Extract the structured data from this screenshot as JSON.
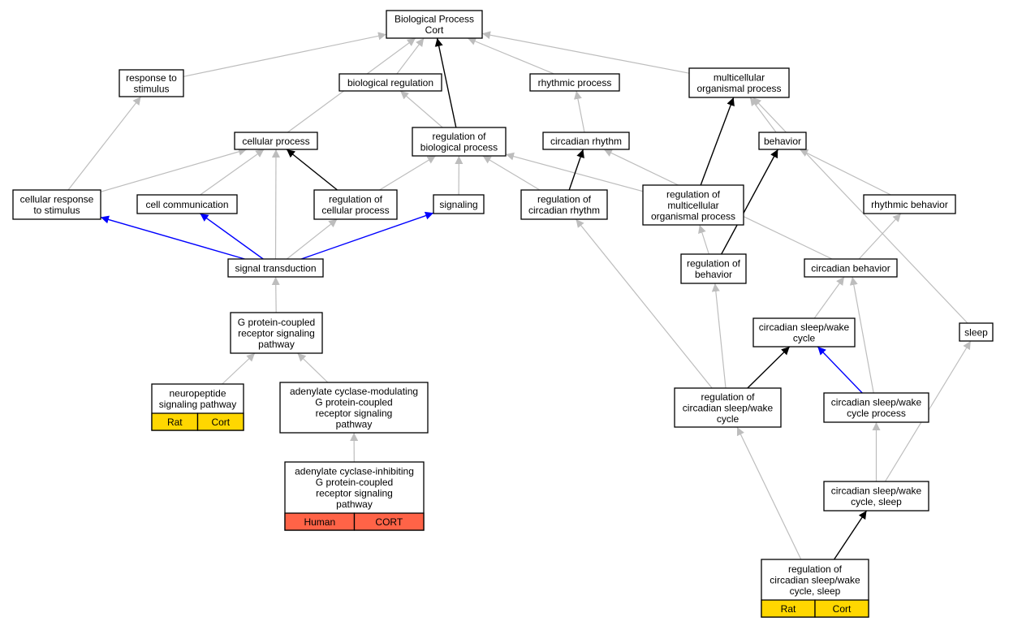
{
  "colors": {
    "edge_gray": "#bdbdbd",
    "edge_black": "#000000",
    "edge_blue": "#0000ff",
    "tag_yellow": "#ffd700",
    "tag_red": "#ff6347"
  },
  "nodes": {
    "bp": {
      "lines": [
        "Biological Process",
        "Cort"
      ]
    },
    "rts": {
      "lines": [
        "response to",
        "stimulus"
      ]
    },
    "breg": {
      "lines": [
        "biological regulation"
      ]
    },
    "rhyp": {
      "lines": [
        "rhythmic process"
      ]
    },
    "mop": {
      "lines": [
        "multicellular",
        "organismal process"
      ]
    },
    "cellp": {
      "lines": [
        "cellular process"
      ]
    },
    "rbp": {
      "lines": [
        "regulation of",
        "biological process"
      ]
    },
    "cr": {
      "lines": [
        "circadian rhythm"
      ]
    },
    "beh": {
      "lines": [
        "behavior"
      ]
    },
    "crts": {
      "lines": [
        "cellular response",
        "to stimulus"
      ]
    },
    "cc": {
      "lines": [
        "cell communication"
      ]
    },
    "rcp": {
      "lines": [
        "regulation of",
        "cellular process"
      ]
    },
    "sig": {
      "lines": [
        "signaling"
      ]
    },
    "rcr": {
      "lines": [
        "regulation of",
        "circadian rhythm"
      ]
    },
    "rmop": {
      "lines": [
        "regulation of",
        "multicellular",
        "organismal process"
      ]
    },
    "rhyb": {
      "lines": [
        "rhythmic behavior"
      ]
    },
    "st": {
      "lines": [
        "signal transduction"
      ]
    },
    "rbeh": {
      "lines": [
        "regulation of",
        "behavior"
      ]
    },
    "cb": {
      "lines": [
        "circadian behavior"
      ]
    },
    "gpcr": {
      "lines": [
        "G protein-coupled",
        "receptor signaling",
        "pathway"
      ]
    },
    "cswc": {
      "lines": [
        "circadian sleep/wake",
        "cycle"
      ]
    },
    "sleep": {
      "lines": [
        "sleep"
      ]
    },
    "nsp": {
      "lines": [
        "neuropeptide",
        "signaling pathway"
      ],
      "tags": [
        "Rat",
        "Cort"
      ]
    },
    "acm": {
      "lines": [
        "adenylate cyclase-modulating",
        "G protein-coupled",
        "receptor signaling",
        "pathway"
      ]
    },
    "rcswc": {
      "lines": [
        "regulation of",
        "circadian sleep/wake",
        "cycle"
      ]
    },
    "cswcp": {
      "lines": [
        "circadian sleep/wake",
        "cycle process"
      ]
    },
    "cswcs": {
      "lines": [
        "circadian sleep/wake",
        "cycle, sleep"
      ]
    },
    "aci": {
      "lines": [
        "adenylate cyclase-inhibiting",
        "G protein-coupled",
        "receptor signaling",
        "pathway"
      ],
      "tags": [
        "Human",
        "CORT"
      ]
    },
    "rcswcs": {
      "lines": [
        "regulation of",
        "circadian sleep/wake",
        "cycle, sleep"
      ],
      "tags": [
        "Rat",
        "Cort"
      ]
    }
  },
  "edges": [
    {
      "from": "rts",
      "to": "bp",
      "color": "gray"
    },
    {
      "from": "breg",
      "to": "bp",
      "color": "gray"
    },
    {
      "from": "rbp",
      "to": "bp",
      "color": "black"
    },
    {
      "from": "rhyp",
      "to": "bp",
      "color": "gray"
    },
    {
      "from": "mop",
      "to": "bp",
      "color": "gray"
    },
    {
      "from": "cellp",
      "to": "bp",
      "color": "gray"
    },
    {
      "from": "crts",
      "to": "rts",
      "color": "gray"
    },
    {
      "from": "rbp",
      "to": "breg",
      "color": "gray"
    },
    {
      "from": "cr",
      "to": "rhyp",
      "color": "gray"
    },
    {
      "from": "crts",
      "to": "cellp",
      "color": "gray"
    },
    {
      "from": "cc",
      "to": "cellp",
      "color": "gray"
    },
    {
      "from": "st",
      "to": "cellp",
      "color": "gray"
    },
    {
      "from": "rcp",
      "to": "cellp",
      "color": "black"
    },
    {
      "from": "rcp",
      "to": "rbp",
      "color": "gray"
    },
    {
      "from": "sig",
      "to": "rbp",
      "color": "gray"
    },
    {
      "from": "rcr",
      "to": "rbp",
      "color": "gray"
    },
    {
      "from": "rmop",
      "to": "rbp",
      "color": "gray"
    },
    {
      "from": "rcr",
      "to": "cr",
      "color": "black"
    },
    {
      "from": "cb",
      "to": "cr",
      "color": "gray"
    },
    {
      "from": "rmop",
      "to": "mop",
      "color": "black"
    },
    {
      "from": "beh",
      "to": "mop",
      "color": "gray"
    },
    {
      "from": "sleep",
      "to": "mop",
      "color": "gray"
    },
    {
      "from": "rbeh",
      "to": "beh",
      "color": "black"
    },
    {
      "from": "rhyb",
      "to": "beh",
      "color": "gray"
    },
    {
      "from": "st",
      "to": "crts",
      "color": "blue"
    },
    {
      "from": "st",
      "to": "cc",
      "color": "blue"
    },
    {
      "from": "st",
      "to": "rcp",
      "color": "gray"
    },
    {
      "from": "st",
      "to": "sig",
      "color": "blue"
    },
    {
      "from": "rcswc",
      "to": "rcr",
      "color": "gray"
    },
    {
      "from": "rbeh",
      "to": "rmop",
      "color": "gray"
    },
    {
      "from": "cb",
      "to": "rhyb",
      "color": "gray"
    },
    {
      "from": "gpcr",
      "to": "st",
      "color": "gray"
    },
    {
      "from": "rcswc",
      "to": "rbeh",
      "color": "gray"
    },
    {
      "from": "cswc",
      "to": "cb",
      "color": "gray"
    },
    {
      "from": "cswcp",
      "to": "cb",
      "color": "gray"
    },
    {
      "from": "nsp",
      "to": "gpcr",
      "color": "gray"
    },
    {
      "from": "acm",
      "to": "gpcr",
      "color": "gray"
    },
    {
      "from": "rcswc",
      "to": "cswc",
      "color": "black"
    },
    {
      "from": "cswcp",
      "to": "cswc",
      "color": "blue"
    },
    {
      "from": "cswcs",
      "to": "sleep",
      "color": "gray"
    },
    {
      "from": "aci",
      "to": "acm",
      "color": "gray"
    },
    {
      "from": "rcswcs",
      "to": "rcswc",
      "color": "gray"
    },
    {
      "from": "cswcs",
      "to": "cswcp",
      "color": "gray"
    },
    {
      "from": "rcswcs",
      "to": "cswcs",
      "color": "black"
    }
  ]
}
